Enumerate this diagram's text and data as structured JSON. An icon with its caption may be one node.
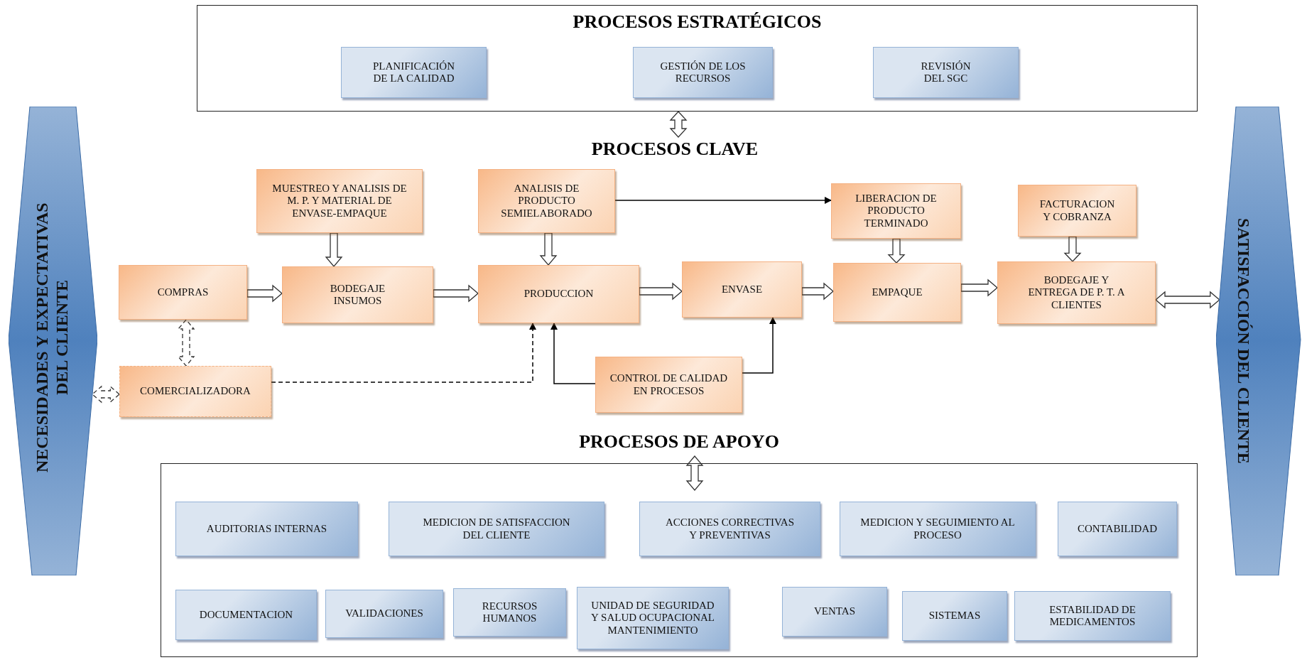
{
  "diagram": {
    "nodes": [
      {
        "text": [
          "PROCESOS ESTRATÉGICOS"
        ]
      },
      {
        "text": [
          "PLANIFICACIÓN DE LA CALIDAD"
        ],
        "in": 0
      },
      {
        "text": [
          "GESTIÓN DE LOS RECURSOS"
        ],
        "in": 0
      },
      {
        "text": [
          "REVISIÓN DEL SGC"
        ],
        "in": 0
      },
      {
        "text": [
          "NECESIDADES Y EXPECTATIVAS DEL CLIENTE"
        ]
      },
      {
        "text": [
          "PROCESOS CLAVE"
        ]
      },
      {
        "text": [
          "MUESTREO Y ANALISIS DE M. P. Y MATERIAL DE ENVASE-EMPAQUE"
        ]
      },
      {
        "text": [
          "ANALISIS DE PRODUCTO SEMIELABORADO"
        ]
      },
      {
        "text": [
          "LIBERACION DE PRODUCTO TERMINADO"
        ]
      },
      {
        "text": [
          "FACTURACION Y COBRANZA"
        ]
      },
      {
        "text": [
          "COMPRAS"
        ]
      },
      {
        "text": [
          "BODEGAJE INSUMOS"
        ]
      },
      {
        "text": [
          "PRODUCCION"
        ]
      },
      {
        "text": [
          "ENVASE"
        ]
      },
      {
        "text": [
          "EMPAQUE"
        ]
      },
      {
        "text": [
          "BODEGAJE Y ENTREGA DE P. T. A CLIENTES"
        ]
      },
      {
        "text": [
          "COMERCIALIZADORA"
        ]
      },
      {
        "text": [
          "CONTROL DE CALIDAD EN PROCESOS"
        ]
      },
      {
        "text": [
          "SATISFACCIÓN DEL CLIENTE"
        ]
      },
      {
        "text": [
          "PROCESOS DE APOYO"
        ]
      },
      {
        "text": [
          "AUDITORIAS INTERNAS"
        ],
        "in": 19
      },
      {
        "text": [
          "MEDICION DE SATISFACCION DEL CLIENTE"
        ],
        "in": 19
      },
      {
        "text": [
          "ACCIONES CORRECTIVAS Y PREVENTIVAS"
        ],
        "in": 19
      },
      {
        "text": [
          "MEDICION Y SEGUIMIENTO AL PROCESO"
        ],
        "in": 19
      },
      {
        "text": [
          "CONTABILIDAD"
        ],
        "in": 19
      },
      {
        "text": [
          "DOCUMENTACION"
        ],
        "in": 19
      },
      {
        "text": [
          "VALIDACIONES"
        ],
        "in": 19
      },
      {
        "text": [
          "RECURSOS HUMANOS"
        ],
        "in": 19
      },
      {
        "text": [
          "UNIDAD DE SEGURIDAD Y SALUD OCUPACIONAL MANTENIMIENTO"
        ],
        "in": 19
      },
      {
        "text": [
          "VENTAS"
        ],
        "in": 19
      },
      {
        "text": [
          "SISTEMAS"
        ],
        "in": 19
      },
      {
        "text": [
          "ESTABILIDAD DE MEDICAMENTOS"
        ],
        "in": 19
      }
    ],
    "edges": [
      {
        "from": 0,
        "to": 5,
        "arrow": "both",
        "style": "thick"
      },
      {
        "from": 6,
        "to": 11,
        "arrow": "to",
        "style": "thick"
      },
      {
        "from": 7,
        "to": 12,
        "arrow": "to",
        "style": "thick"
      },
      {
        "from": 7,
        "to": 8,
        "arrow": "to"
      },
      {
        "from": 8,
        "to": 14,
        "arrow": "to",
        "style": "thick"
      },
      {
        "from": 9,
        "to": 15,
        "arrow": "to",
        "style": "thick"
      },
      {
        "from": 10,
        "to": 11,
        "arrow": "to",
        "style": "thick"
      },
      {
        "from": 11,
        "to": 12,
        "arrow": "to",
        "style": "thick"
      },
      {
        "from": 12,
        "to": 13,
        "arrow": "to",
        "style": "thick"
      },
      {
        "from": 13,
        "to": 14,
        "arrow": "to",
        "style": "thick"
      },
      {
        "from": 14,
        "to": 15,
        "arrow": "to",
        "style": "thick"
      },
      {
        "from": 15,
        "to": 18,
        "arrow": "both",
        "style": "thick"
      },
      {
        "from": 10,
        "to": 16,
        "arrow": "both",
        "style": "dashed"
      },
      {
        "from": 16,
        "to": 4,
        "arrow": "both",
        "style": "dashed"
      },
      {
        "from": 16,
        "to": 12,
        "arrow": "to",
        "style": "dashed"
      },
      {
        "from": 17,
        "to": 12,
        "arrow": "to"
      },
      {
        "from": 17,
        "to": 13,
        "arrow": "to"
      },
      {
        "from": null,
        "to": 19,
        "arrow": "both",
        "style": "thick"
      }
    ]
  }
}
